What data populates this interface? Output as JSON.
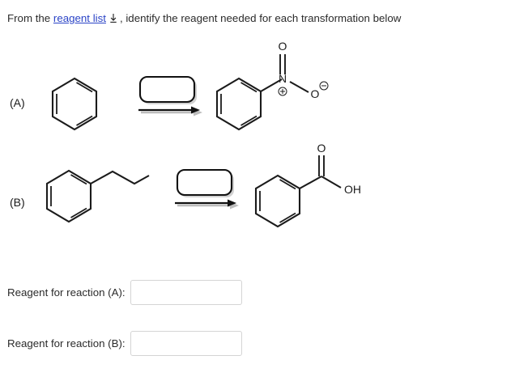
{
  "prompt": {
    "before_link": "From the ",
    "link_text": "reagent list",
    "link_icon": "download-icon",
    "after_link": ", identify the reagent needed for each transformation below"
  },
  "reactions": [
    {
      "id": "A",
      "label": "(A)",
      "reactant_name": "benzene",
      "product_name": "nitrobenzene",
      "reagent_box": "",
      "arrow": "reaction-arrow-right",
      "product_atoms": [
        {
          "symbol": "O",
          "role": "nitro-double-bond-oxygen"
        },
        {
          "symbol": "N",
          "role": "nitro-nitrogen",
          "charge": "+"
        },
        {
          "symbol": "O",
          "role": "nitro-single-bond-oxygen",
          "charge": "-"
        }
      ]
    },
    {
      "id": "B",
      "label": "(B)",
      "reactant_name": "propylbenzene",
      "product_name": "benzoic acid",
      "reagent_box": "",
      "arrow": "reaction-arrow-right",
      "product_atoms": [
        {
          "symbol": "O",
          "role": "carbonyl-oxygen"
        },
        {
          "symbol": "OH",
          "role": "hydroxyl-group"
        }
      ]
    }
  ],
  "answers": [
    {
      "label": "Reagent for reaction (A):",
      "value": "",
      "placeholder": ""
    },
    {
      "label": "Reagent for reaction (B):",
      "value": "",
      "placeholder": ""
    }
  ],
  "colors": {
    "link": "#2b44c7",
    "text": "#2b2b2b",
    "bond": "#1b1b1b",
    "input_border": "#d4d4d4",
    "background": "#ffffff"
  }
}
